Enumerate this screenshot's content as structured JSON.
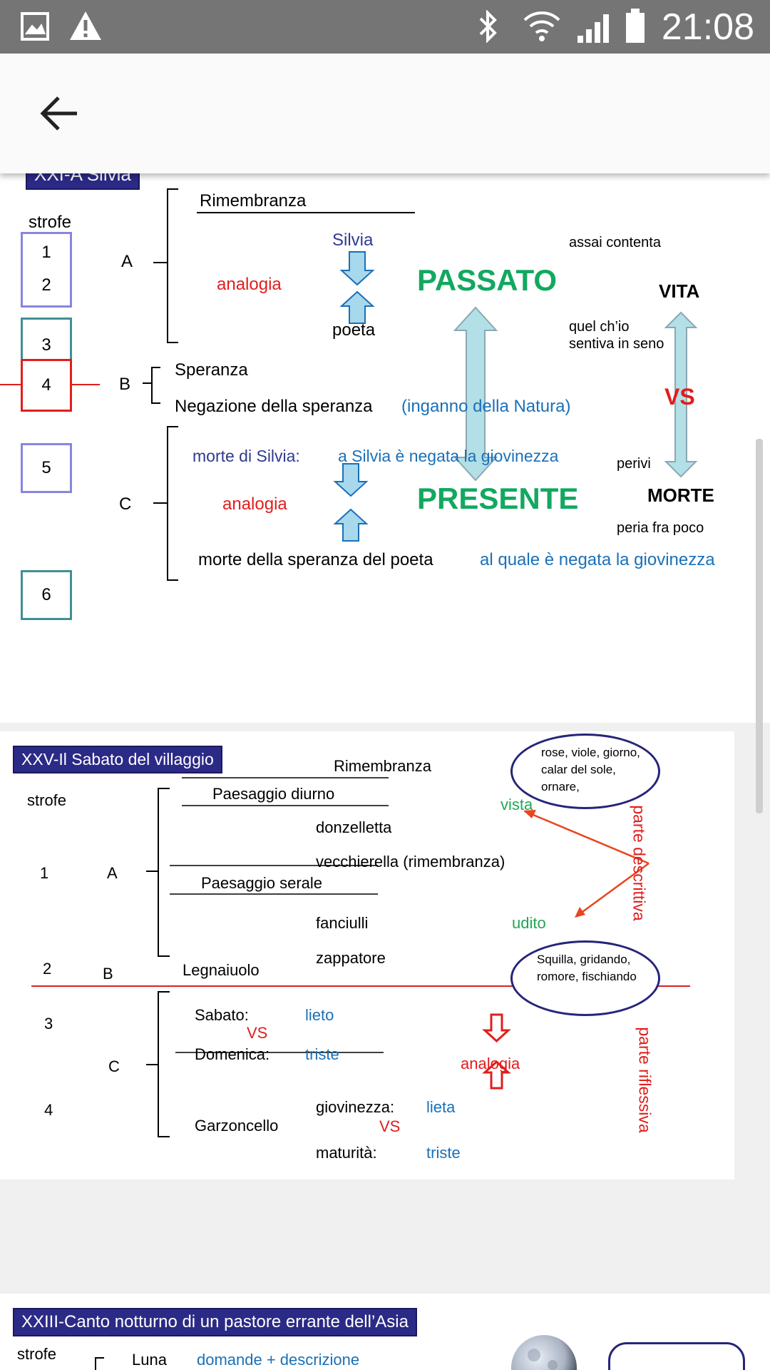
{
  "status_bar": {
    "time": "21:08",
    "icons": [
      "image-icon",
      "warning-icon",
      "bluetooth-icon",
      "wifi-icon",
      "signal-icon",
      "battery-icon"
    ]
  },
  "app_bar": {
    "back_icon": "arrow-left-icon"
  },
  "slide1": {
    "title": "XXI-A Silvia",
    "strofe_label": "strofe",
    "strofe": [
      "1",
      "2",
      "3",
      "4",
      "5",
      "6"
    ],
    "sections": [
      "A",
      "B",
      "C"
    ],
    "rimembranza": "Rimembranza",
    "silvia": "Silvia",
    "poeta": "poeta",
    "analogia": "analogia",
    "passato": "PASSATO",
    "presente": "PRESENTE",
    "assai_contenta": "assai contenta",
    "quel_chio": "quel ch’io",
    "sentiva": "sentiva in seno",
    "vita": "VITA",
    "vs": "VS",
    "morte": "MORTE",
    "perivi": "perivi",
    "peria": "peria fra poco",
    "speranza": "Speranza",
    "negazione": "Negazione della speranza",
    "inganno": "(inganno della Natura)",
    "morte_silvia": "morte di Silvia:",
    "negata_silvia": "a Silvia è negata la giovinezza",
    "morte_speranza": "morte della speranza del poeta",
    "negata_poeta": "al quale è negata la giovinezza"
  },
  "slide2": {
    "title": "XXV-Il Sabato del villaggio",
    "strofe_label": "strofe",
    "strofe": [
      "1",
      "2",
      "3",
      "4"
    ],
    "sections": [
      "A",
      "B",
      "C"
    ],
    "rimembranza": "Rimembranza",
    "paesaggio_diurno": "Paesaggio diurno",
    "donzelletta": "donzelletta",
    "vecchierella": "vecchierella (rimembranza)",
    "paesaggio_serale": "Paesaggio serale",
    "fanciulli": "fanciulli",
    "zappatore": "zappatore",
    "legnaiuolo": "Legnaiuolo",
    "oval_top": "rose, viole, giorno,  calar del sole, ornare,",
    "oval_bottom": "Squilla, gridando, romore, fischiando",
    "vista": "vista",
    "udito": "udito",
    "parte_descrittiva": "parte descrittiva",
    "parte_riflessiva": "parte riflessiva",
    "sabato": "Sabato:",
    "lieto": "lieto",
    "vs": "VS",
    "domenica": "Domenica:",
    "triste": "triste",
    "analogia": "analogia",
    "garzoncello": "Garzoncello",
    "giovinezza": "giovinezza:",
    "lieta": "lieta",
    "maturita": "maturità:",
    "triste2": "triste"
  },
  "slide3": {
    "title": "XXIII-Canto notturno di un pastore errante dell’Asia",
    "strofe_label": "strofe",
    "luna": "Luna",
    "domande": "domande + descrizione"
  }
}
